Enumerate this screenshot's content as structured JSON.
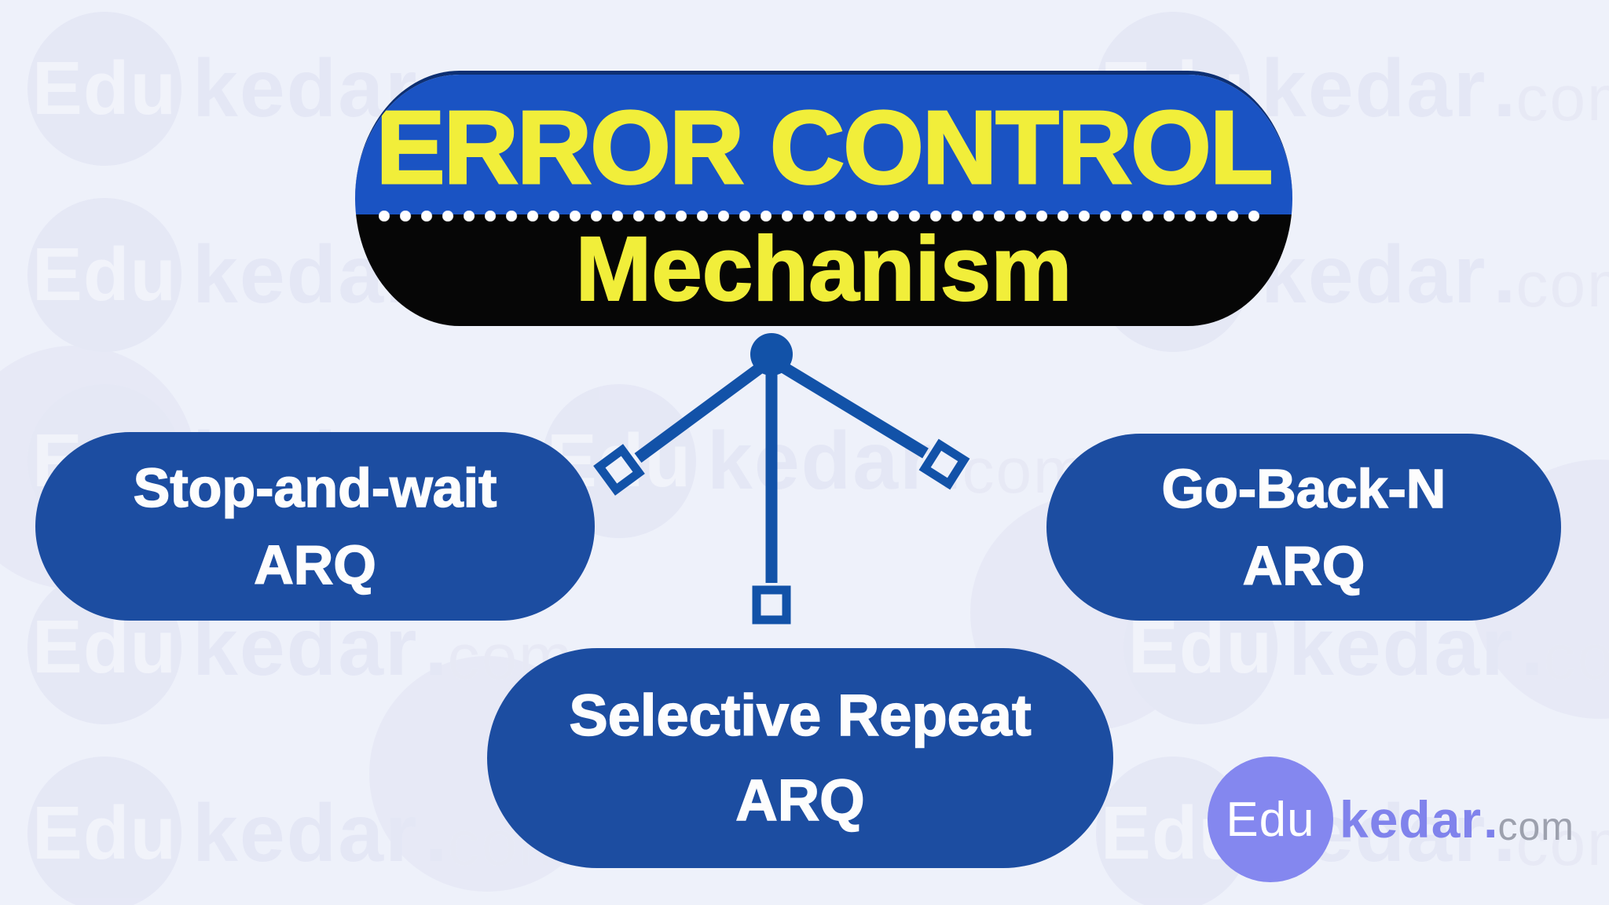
{
  "background": {
    "color": "#eef1fa",
    "watermark": {
      "edu": "Edu",
      "kedar": "kedar",
      "dot": ".",
      "com": "com"
    }
  },
  "banner": {
    "title": "ERROR CONTROL",
    "subtitle": "Mechanism",
    "title_color": "#f1ee3a",
    "top_bg": "#1a53c3",
    "bottom_bg": "#060606"
  },
  "connector": {
    "color": "#1252a8"
  },
  "nodes": [
    {
      "id": "stop-and-wait",
      "line1": "Stop-and-wait",
      "line2": "ARQ"
    },
    {
      "id": "go-back-n",
      "line1": "Go-Back-N",
      "line2": "ARQ"
    },
    {
      "id": "selective-repeat",
      "line1": "Selective Repeat",
      "line2": "ARQ"
    }
  ],
  "node_bg": "#1c4da1",
  "logo": {
    "edu": "Edu",
    "kedar": "kedar",
    "dot": ".",
    "com": "com"
  }
}
